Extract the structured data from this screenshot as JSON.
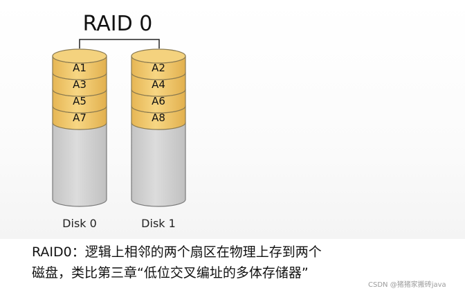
{
  "diagram": {
    "title": "RAID 0",
    "disks": [
      {
        "label": "Disk 0",
        "blocks": [
          "A1",
          "A3",
          "A5",
          "A7"
        ]
      },
      {
        "label": "Disk 1",
        "blocks": [
          "A2",
          "A4",
          "A6",
          "A8"
        ]
      }
    ],
    "colors": {
      "block": "#f2c86b",
      "block_edge": "#8a7a50",
      "empty": "#d2d2d2"
    }
  },
  "caption": {
    "line1": "RAID0：逻辑上相邻的两个扇区在物理上存到两个",
    "line2": "磁盘，类比第三章“低位交叉编址的多体存储器”"
  },
  "watermark": "CSDN @猪猪家搬砖java"
}
